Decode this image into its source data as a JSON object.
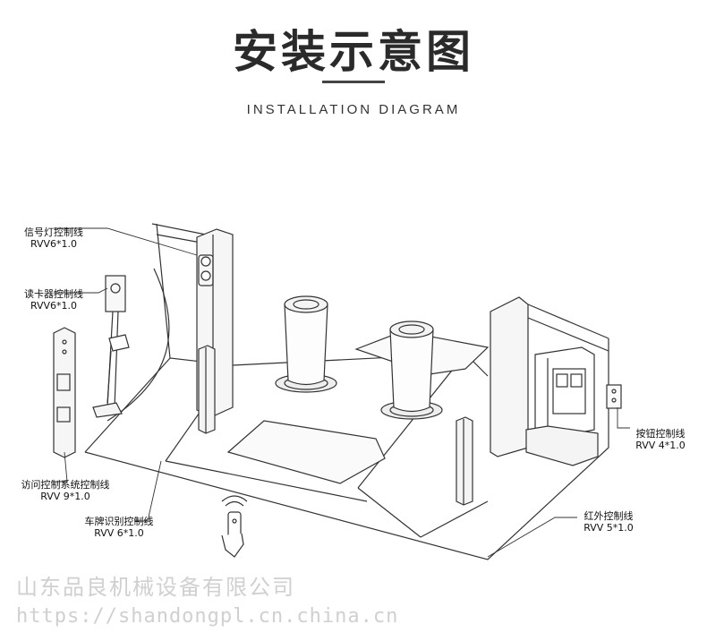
{
  "header": {
    "title": "安装示意图",
    "subtitle": "INSTALLATION DIAGRAM"
  },
  "labels": {
    "signal": {
      "name": "信号灯控制线",
      "spec": "RVV6*1.0"
    },
    "card_reader": {
      "name": "读卡器控制线",
      "spec": "RVV6*1.0"
    },
    "access": {
      "name": "访问控制系统控制线",
      "spec": "RVV 9*1.0"
    },
    "plate": {
      "name": "车牌识别控制线",
      "spec": "RVV 6*1.0"
    },
    "infrared": {
      "name": "红外控制线",
      "spec": "RVV 5*1.0"
    },
    "button": {
      "name": "按钮控制线",
      "spec": "RVV 4*1.0"
    }
  },
  "watermark": {
    "company": "山东品良机械设备有限公司",
    "url": "https://shandongpl.cn.china.cn"
  }
}
